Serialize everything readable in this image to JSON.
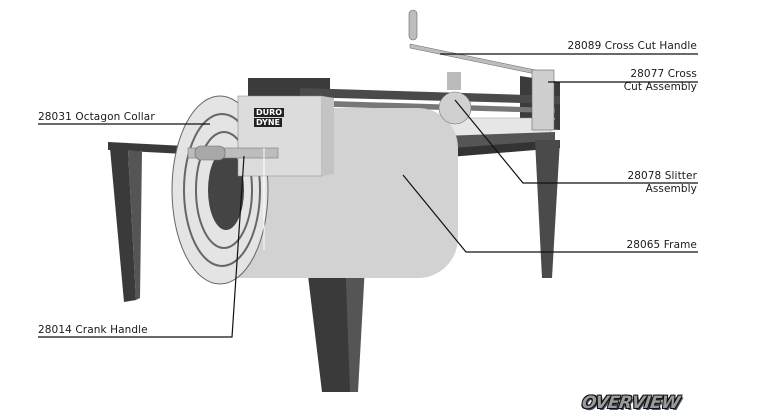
{
  "diagram": {
    "title": "OVERVIEW",
    "machine_brand": [
      "DURO",
      "DYNE"
    ],
    "callouts": [
      {
        "id": "28089",
        "label": "28089 Cross Cut Handle",
        "lines": [
          "28089 Cross Cut Handle"
        ]
      },
      {
        "id": "28077",
        "label": "28077 Cross Cut Assembly",
        "lines": [
          "28077 Cross",
          "Cut Assembly"
        ]
      },
      {
        "id": "28031",
        "label": "28031 Octagon Collar",
        "lines": [
          "28031 Octagon Collar"
        ]
      },
      {
        "id": "28078",
        "label": "28078 Slitter Assembly",
        "lines": [
          "28078 Slitter",
          "Assembly"
        ]
      },
      {
        "id": "28065",
        "label": "28065 Frame",
        "lines": [
          "28065 Frame"
        ]
      },
      {
        "id": "28014",
        "label": "28014 Crank Handle",
        "lines": [
          "28014 Crank Handle"
        ]
      }
    ]
  },
  "colors": {
    "frame": "#3a3a3a",
    "frame_light": "#5a5a5a",
    "panel": "#d8d8d8",
    "roll": "#cfcfcf",
    "leader": "#111111"
  }
}
